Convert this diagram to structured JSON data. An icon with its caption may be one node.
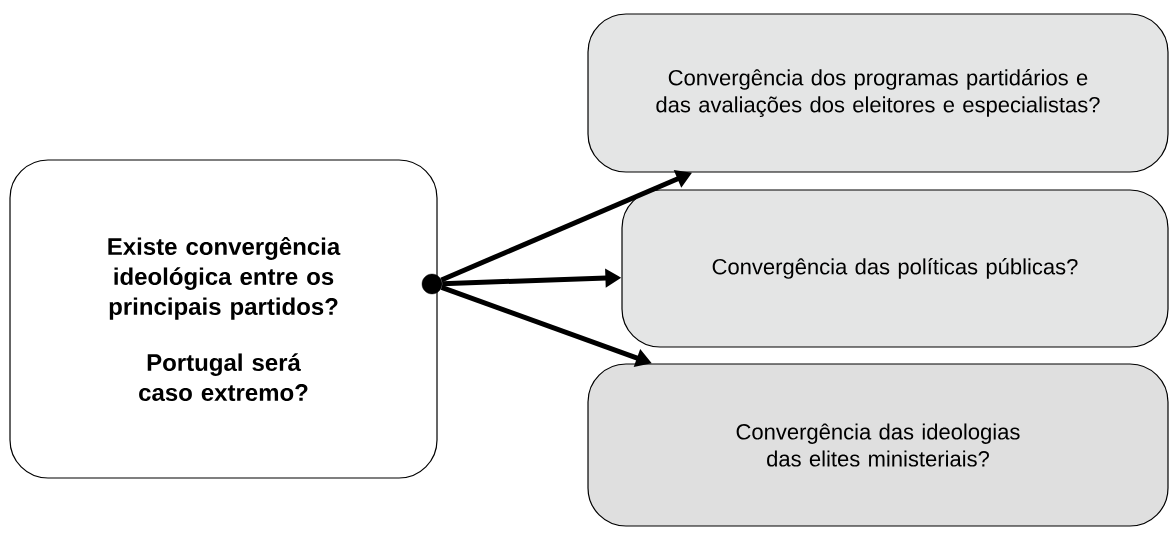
{
  "diagram": {
    "nodes": [
      {
        "text": [
          "Existe convergência ideológica entre os principais partidos?",
          "Portugal será caso extremo?"
        ]
      },
      {
        "text": [],
        "shape": "circle"
      },
      {
        "text": [
          "Convergência dos programas partidários e das avaliações dos eleitores e especialistas?"
        ]
      },
      {
        "text": [
          "Convergência das políticas públicas?"
        ]
      },
      {
        "text": [
          "Convergência das ideologias das elites ministeriais?"
        ]
      }
    ],
    "edges": [
      {
        "from": 1,
        "to": 2,
        "arrow": "to"
      },
      {
        "from": 1,
        "to": 3,
        "arrow": "to"
      },
      {
        "from": 1,
        "to": 4,
        "arrow": "to"
      }
    ]
  }
}
